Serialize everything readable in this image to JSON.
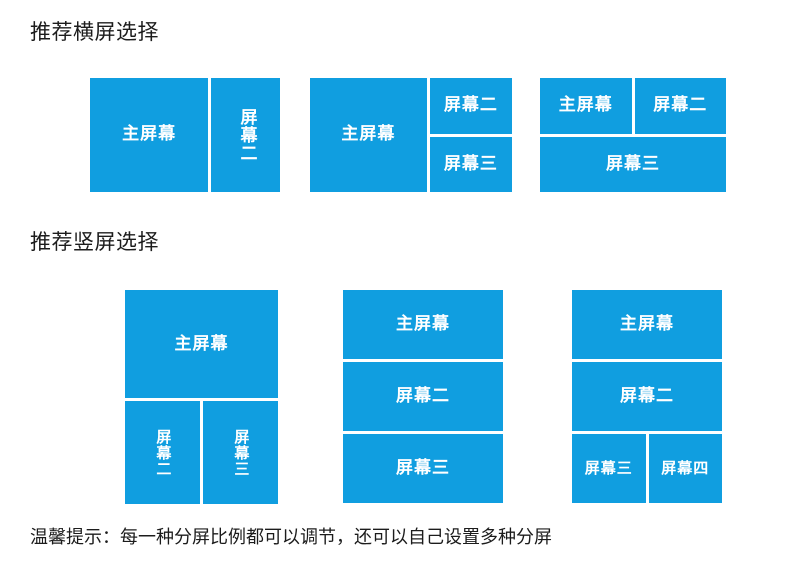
{
  "sections": {
    "landscape": {
      "title": "推荐横屏选择",
      "layouts": [
        {
          "id": "landscape-1",
          "panes": [
            {
              "label": "主屏幕",
              "orientation": "horizontal"
            },
            {
              "label": "屏幕二",
              "orientation": "vertical"
            }
          ]
        },
        {
          "id": "landscape-2",
          "panes": [
            {
              "label": "主屏幕",
              "orientation": "horizontal"
            },
            {
              "label": "屏幕二",
              "orientation": "horizontal"
            },
            {
              "label": "屏幕三",
              "orientation": "horizontal"
            }
          ]
        },
        {
          "id": "landscape-3",
          "panes": [
            {
              "label": "主屏幕",
              "orientation": "horizontal"
            },
            {
              "label": "屏幕二",
              "orientation": "horizontal"
            },
            {
              "label": "屏幕三",
              "orientation": "horizontal"
            }
          ]
        }
      ]
    },
    "portrait": {
      "title": "推荐竖屏选择",
      "layouts": [
        {
          "id": "portrait-1",
          "panes": [
            {
              "label": "主屏幕",
              "orientation": "horizontal"
            },
            {
              "label": "屏幕二",
              "orientation": "vertical"
            },
            {
              "label": "屏幕三",
              "orientation": "vertical"
            }
          ]
        },
        {
          "id": "portrait-2",
          "panes": [
            {
              "label": "主屏幕",
              "orientation": "horizontal"
            },
            {
              "label": "屏幕二",
              "orientation": "horizontal"
            },
            {
              "label": "屏幕三",
              "orientation": "horizontal"
            }
          ]
        },
        {
          "id": "portrait-3",
          "panes": [
            {
              "label": "主屏幕",
              "orientation": "horizontal"
            },
            {
              "label": "屏幕二",
              "orientation": "horizontal"
            },
            {
              "label": "屏幕三",
              "orientation": "horizontal"
            },
            {
              "label": "屏幕四",
              "orientation": "horizontal"
            }
          ]
        }
      ]
    }
  },
  "footer": {
    "note": "温馨提示：每一种分屏比例都可以调节，还可以自己设置多种分屏"
  },
  "colors": {
    "pane_blue": "#109ee0",
    "pane_text": "#ffffff",
    "background": "#ffffff",
    "heading_text": "#1c1c1c"
  }
}
